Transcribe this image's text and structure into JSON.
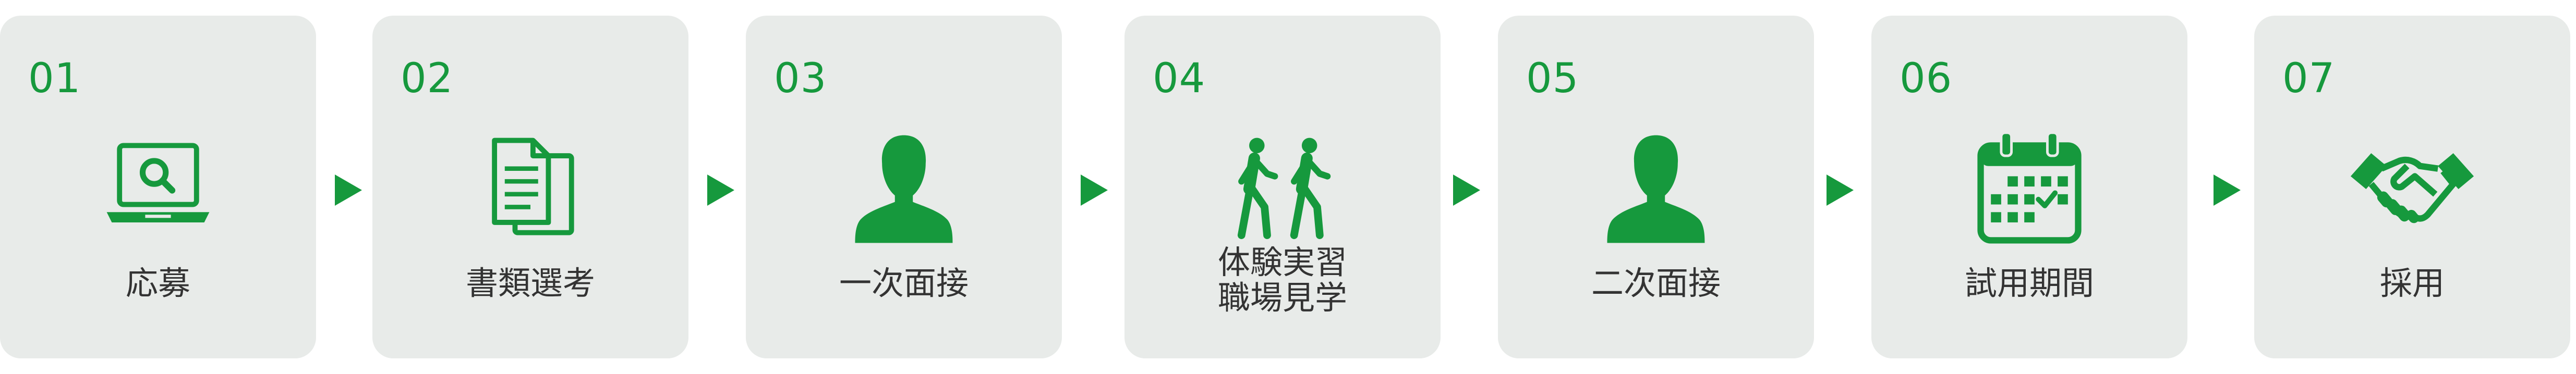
{
  "steps": [
    {
      "number": "01",
      "label": "応募",
      "icon": "laptop-search-icon"
    },
    {
      "number": "02",
      "label": "書類選考",
      "icon": "documents-icon"
    },
    {
      "number": "03",
      "label": "一次面接",
      "icon": "person-icon"
    },
    {
      "number": "04",
      "label_lines": [
        "体験実習",
        "職場見学"
      ],
      "icon": "walking-people-icon"
    },
    {
      "number": "05",
      "label": "二次面接",
      "icon": "person-icon"
    },
    {
      "number": "06",
      "label": "試用期間",
      "icon": "calendar-icon"
    },
    {
      "number": "07",
      "label": "採用",
      "icon": "handshake-icon"
    }
  ],
  "colors": {
    "accent": "#16993d",
    "card_background": "#e8ebe9",
    "text": "#333333"
  }
}
